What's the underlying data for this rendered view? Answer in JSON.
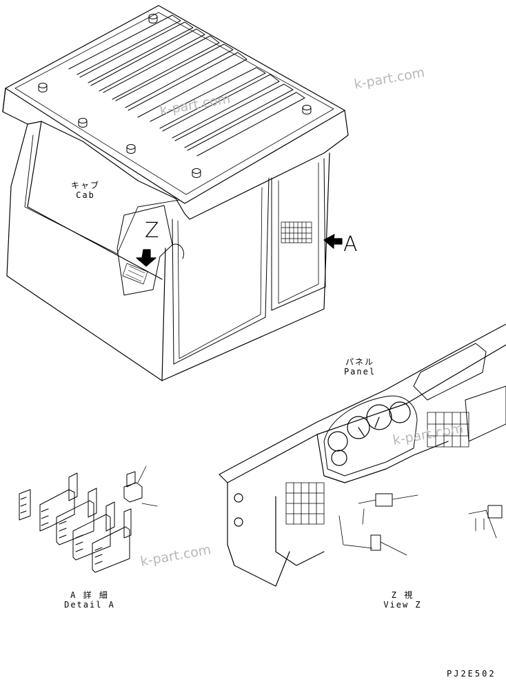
{
  "labels": {
    "cab_jp": "キャブ",
    "cab_en": "Cab",
    "panel_jp": "パネル",
    "panel_en": "Panel",
    "detail_jp": "A 詳 細",
    "detail_en": "Detail A",
    "view_jp": "Z 視",
    "view_en": "View Z",
    "callout_z": "Z",
    "callout_a": "A"
  },
  "watermarks": [
    "k-part.com",
    "k-part.com",
    "k-part.com",
    "k-part.com"
  ],
  "drawing_code": "PJ2E502",
  "colors": {
    "line": "#000000",
    "watermark": "#b8b8b8",
    "background": "#ffffff"
  }
}
